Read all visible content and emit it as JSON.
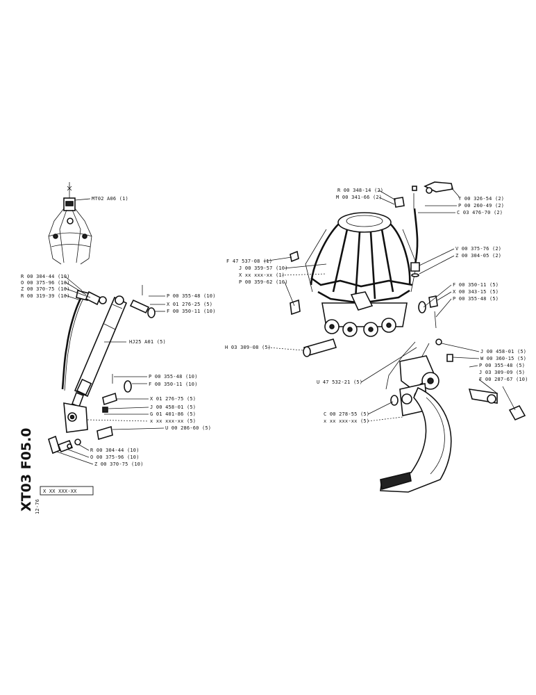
{
  "sheet_code": "XT03 F05.0",
  "revision_box": "X XX XXX-XX",
  "date_code": "12-76",
  "grab": {
    "ref": "MT02 A06 (1)"
  },
  "cylinder_left": [
    "R 00 304-44 (10)",
    "O 00 375-96 (10)",
    "Z 00 370-75 (10)",
    "R 00 319-39 (10)"
  ],
  "cylinder_top_right": [
    "P 00 355-48 (10)",
    "X 01 276-25 (5)",
    "F 00 350-11 (10)"
  ],
  "cylinder_ref": "HJ25 A01 (5)",
  "cylinder_mid_right": [
    "P 00 355-48 (10)",
    "F 00 350-11 (10)"
  ],
  "cylinder_bottom_right": [
    "X 01 276-75 (5)",
    "J 00 458-01 (5)",
    "G 01 401-86 (5)",
    "x xx xxx-xx (5)",
    "U 00 286-60 (5)"
  ],
  "cylinder_bottom_fittings": [
    "R 00 304-44 (10)",
    "O 00 375-96 (10)",
    "Z 00 370-75 (10)"
  ],
  "head_top_left": [
    "R 00 348-14 (2)",
    "M 00 341-66 (2)"
  ],
  "head_top_right": [
    "Y 00 326-54 (2)",
    "P 00 260-49 (2)",
    "C 03 476-70 (2)"
  ],
  "head_right": [
    "V 00 375-76 (2)",
    "Z 00 304-05 (2)"
  ],
  "head_left": [
    "F 47 537-08 (1)",
    "J 00 359-57 (10)",
    "X xx xxx-xx (1)",
    "P 00 359-62 (10)"
  ],
  "head_right_lower": [
    "F 00 350-11 (5)",
    "X 00 343-15 (5)",
    "P 00 355-48 (5)"
  ],
  "head_bottom": "H 03 309-08 (5)",
  "tine_ref": "U 47 532-21 (5)",
  "tine_right": [
    "J 00 458-01 (5)",
    "W 00 360-15 (5)",
    "P 00 355-48 (5)",
    "J 03 309-09 (5)",
    "F 00 287-67 (10)"
  ],
  "tine_left": [
    "C 00 278-55 (5)",
    "x xx xxx-xx (5)"
  ]
}
